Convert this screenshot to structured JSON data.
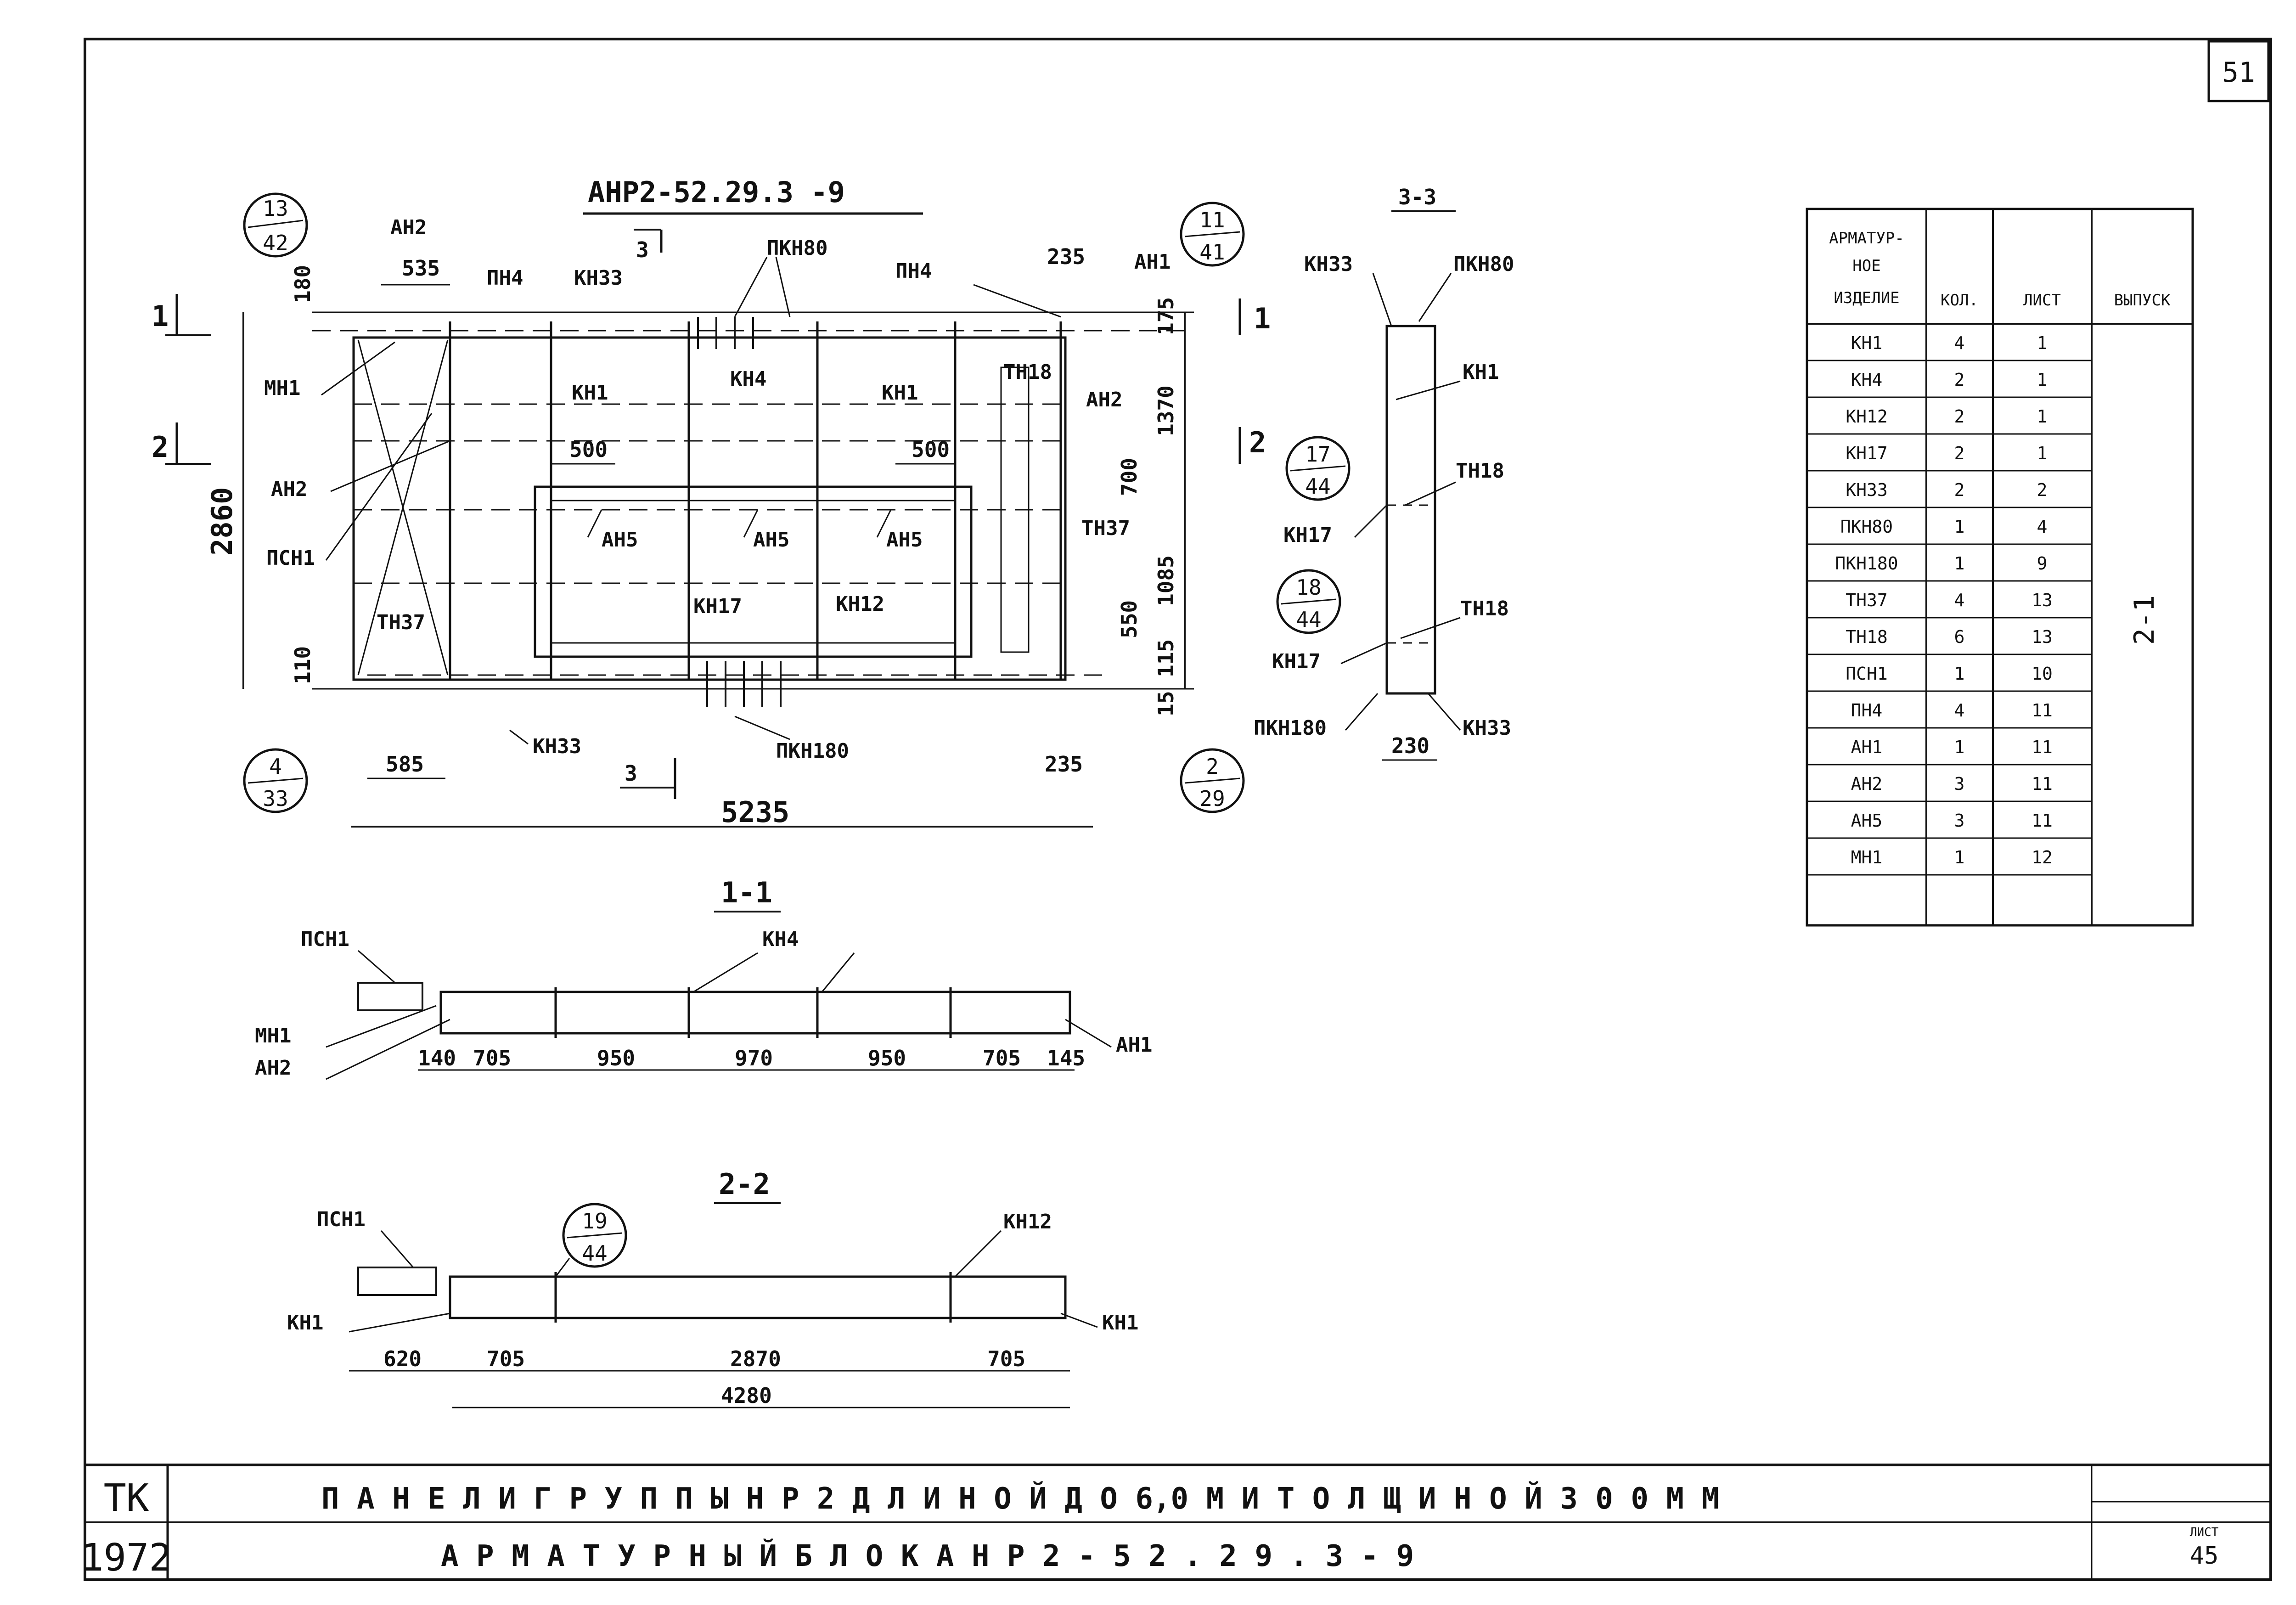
{
  "sheet_number": "51",
  "main_view": {
    "title": "АНР2-52.29.3 -9",
    "section_mark": "3",
    "section_marks_left": [
      "1",
      "2"
    ],
    "labels": [
      "АН2",
      "МН1",
      "АН2",
      "ПСН1",
      "ТН37",
      "ПН4",
      "КН33",
      "КН4",
      "ПКН80",
      "КН1",
      "КН1",
      "ПН4",
      "ТН18",
      "АН1",
      "АН2",
      "ТН37",
      "КН17",
      "КН12",
      "АН5",
      "АН5",
      "АН5",
      "КН33",
      "ПКН180"
    ],
    "dims": [
      "535",
      "180",
      "2860",
      "110",
      "500",
      "500",
      "235",
      "175",
      "1370",
      "700",
      "1085",
      "550",
      "115",
      "15",
      "585",
      "235",
      "5235"
    ],
    "callouts": [
      {
        "top": "13",
        "bottom": "42"
      },
      {
        "top": "11",
        "bottom": "41"
      },
      {
        "top": "4",
        "bottom": "33"
      },
      {
        "top": "2",
        "bottom": "29"
      }
    ]
  },
  "section_3_3": {
    "title": "3-3",
    "labels": [
      "КН33",
      "ПКН80",
      "КН1",
      "ТН18",
      "КН17",
      "ТН18",
      "КН17",
      "ПКН180",
      "КН33"
    ],
    "dims": [
      "230"
    ],
    "callouts": [
      {
        "top": "17",
        "bottom": "44"
      },
      {
        "top": "18",
        "bottom": "44"
      }
    ]
  },
  "section_1_1": {
    "title": "1-1",
    "labels": [
      "ПСН1",
      "КН4",
      "МН1",
      "АН2",
      "АН1"
    ],
    "dims": [
      "140",
      "705",
      "950",
      "970",
      "950",
      "705",
      "145"
    ]
  },
  "section_2_2": {
    "title": "2-2",
    "labels": [
      "ПСН1",
      "КН12",
      "КН1",
      "КН1"
    ],
    "dims": [
      "620",
      "705",
      "2870",
      "705",
      "4280"
    ],
    "callouts": [
      {
        "top": "19",
        "bottom": "44"
      }
    ]
  },
  "spec_table": {
    "headers": [
      "АРМАТУР-НОЕ ИЗДЕЛИЕ",
      "КОЛ.",
      "ЛИСТ",
      "ВЫПУСК"
    ],
    "header_lines": [
      "АРМАТУР-",
      "НОЕ",
      "ИЗДЕЛИЕ"
    ],
    "rows": [
      [
        "КН1",
        "4",
        "1"
      ],
      [
        "КН4",
        "2",
        "1"
      ],
      [
        "КН12",
        "2",
        "1"
      ],
      [
        "КН17",
        "2",
        "1"
      ],
      [
        "КН33",
        "2",
        "2"
      ],
      [
        "ПКН80",
        "1",
        "4"
      ],
      [
        "ПКН180",
        "1",
        "9"
      ],
      [
        "ТН37",
        "4",
        "13"
      ],
      [
        "ТН18",
        "6",
        "13"
      ],
      [
        "ПСН1",
        "1",
        "10"
      ],
      [
        "ПН4",
        "4",
        "11"
      ],
      [
        "АН1",
        "1",
        "11"
      ],
      [
        "АН2",
        "3",
        "11"
      ],
      [
        "АН5",
        "3",
        "11"
      ],
      [
        "МН1",
        "1",
        "12"
      ]
    ],
    "release": "2-1"
  },
  "title_block": {
    "series_code": "ТК",
    "year": "1972",
    "line1": "П А Н Е Л И   Г Р У П П Ы   Н Р 2   Д Л И Н О Й  Д О  6,0 М   И  Т О Л Щ И Н О Й   3 0 0  М М",
    "line2": "А Р М А Т У Р Н Ы Й   Б Л О К   А Н Р 2 - 5 2 . 2 9 . 3  - 9",
    "sheet_label": "ЛИСТ",
    "sheet_value": "45"
  }
}
